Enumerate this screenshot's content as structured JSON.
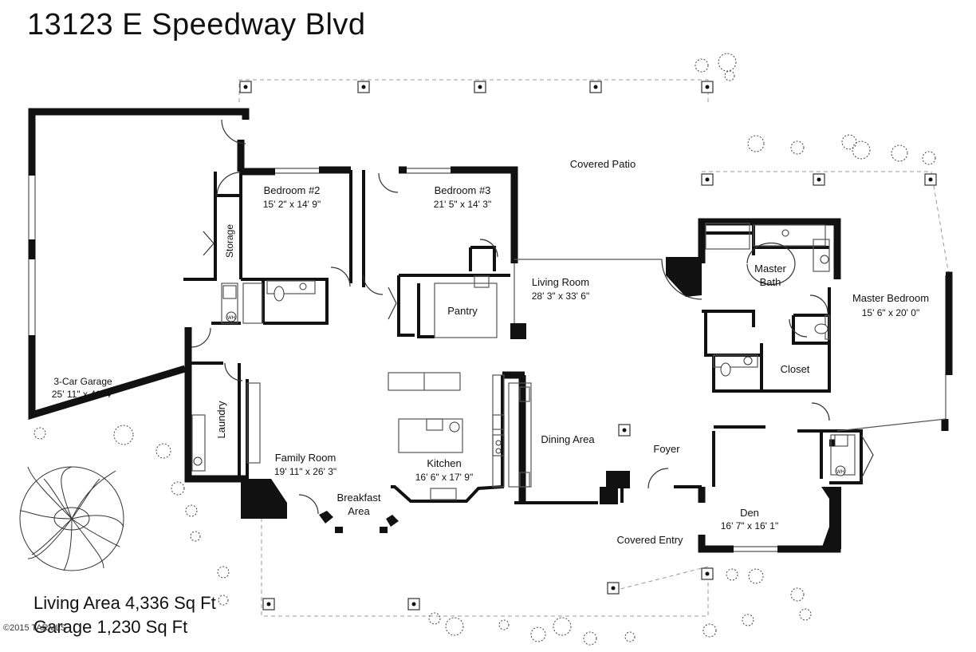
{
  "title": "13123 E Speedway Blvd",
  "rooms": {
    "covered_patio": "Covered Patio",
    "bedroom2": {
      "name": "Bedroom #2",
      "dims": "15' 2\" x 14' 9\""
    },
    "bedroom3": {
      "name": "Bedroom #3",
      "dims": "21' 5\" x 14' 3\""
    },
    "storage": "Storage",
    "pantry": "Pantry",
    "living_room": {
      "name": "Living Room",
      "dims": "28' 3\" x 33' 6\""
    },
    "master_bath": {
      "line1": "Master",
      "line2": "Bath"
    },
    "master_bedroom": {
      "name": "Master Bedroom",
      "dims": "15' 6\" x 20' 0\""
    },
    "closet": "Closet",
    "garage": {
      "name": "3-Car Garage",
      "dims": "25' 11\" x 41' 4\""
    },
    "laundry": "Laundry",
    "family_room": {
      "name": "Family Room",
      "dims": "19' 11\" x 26' 3\""
    },
    "kitchen": {
      "name": "Kitchen",
      "dims": "16' 6\" x 17' 9\""
    },
    "dining_area": "Dining Area",
    "foyer": "Foyer",
    "breakfast_area": {
      "line1": "Breakfast",
      "line2": "Area"
    },
    "den": {
      "name": "Den",
      "dims": "16' 7\" x 16' 1\""
    },
    "covered_entry": "Covered Entry",
    "water_heater": "WH"
  },
  "areas": {
    "living": "Living Area 4,336 Sq Ft",
    "garage": "Garage 1,230 Sq Ft"
  },
  "copyright": "©2015 TARMLS"
}
